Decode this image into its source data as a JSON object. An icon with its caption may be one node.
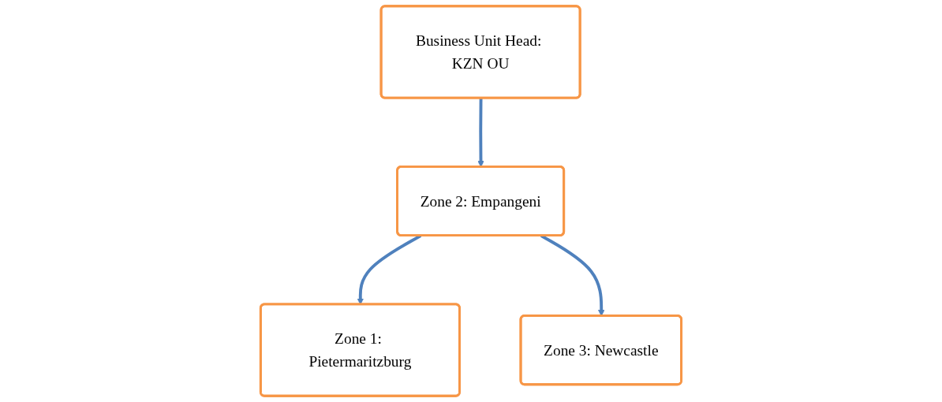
{
  "diagram": {
    "nodes": [
      {
        "text": [
          "Business Unit Head: KZN OU"
        ]
      },
      {
        "text": [
          "Zone 1: Pietermaritzburg"
        ]
      },
      {
        "text": [
          "Zone 2: Empangeni"
        ]
      },
      {
        "text": [
          "Zone 3: Newcastle"
        ]
      }
    ],
    "edges": [
      {
        "from": 0,
        "to": 2,
        "arrow": "to"
      },
      {
        "from": 2,
        "to": 1,
        "arrow": "to"
      },
      {
        "from": 2,
        "to": 3,
        "arrow": "to"
      }
    ]
  }
}
